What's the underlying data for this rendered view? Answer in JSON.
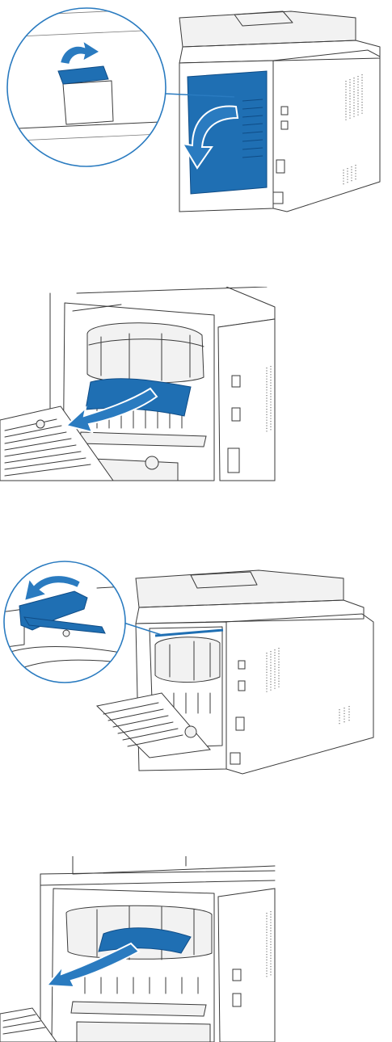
{
  "colors": {
    "accent_blue": "#1f6fb3",
    "accent_blue_dark": "#0f4c86",
    "arrow_fill": "#2a7bc0",
    "arrow_stroke": "#ffffff",
    "outline": "#3a3a3a",
    "paper_highlight": "#3d8bd1"
  },
  "steps": [
    {
      "id": "step-1",
      "content": "open-rear-cover",
      "icons": [
        "magnifier-callout",
        "lever-lift-arrow-icon",
        "cover-swing-down-arrow-icon"
      ]
    },
    {
      "id": "step-2",
      "content": "pull-jammed-paper-from-fuser",
      "icons": [
        "paper-pull-arrow-icon"
      ]
    },
    {
      "id": "step-3",
      "content": "rotate-fuser-lever",
      "icons": [
        "magnifier-callout",
        "lever-rotate-arrow-icon"
      ]
    },
    {
      "id": "step-4",
      "content": "pull-jammed-paper-from-duplex",
      "icons": [
        "paper-pull-arrow-icon"
      ]
    }
  ]
}
